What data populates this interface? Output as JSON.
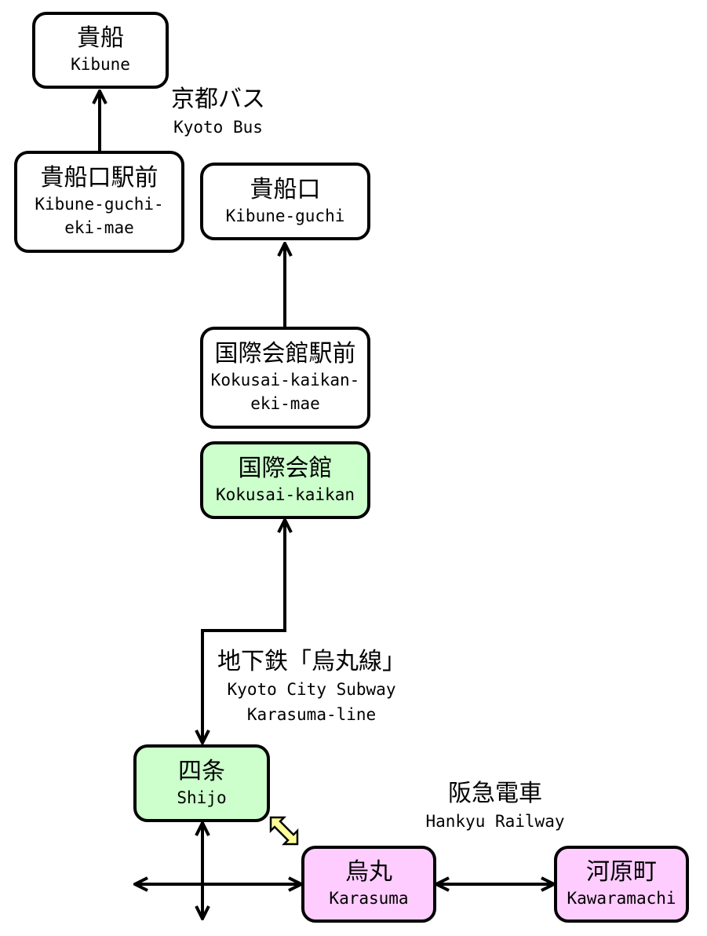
{
  "colors": {
    "line": "#000000",
    "station_bus": "#ffffff",
    "station_subway": "#ccffcc",
    "station_hankyu": "#ffccff",
    "transfer_arrow": "#ffff99"
  },
  "stations": {
    "kibune": {
      "ja": "貴船",
      "en": "Kibune"
    },
    "kibune_guchi_eki_mae": {
      "ja": "貴船口駅前",
      "en": "Kibune-guchi-\neki-mae"
    },
    "kibune_guchi": {
      "ja": "貴船口",
      "en": "Kibune-guchi"
    },
    "kokusai_kaikan_eki_mae": {
      "ja": "国際会館駅前",
      "en": "Kokusai-kaikan-\neki-mae"
    },
    "kokusai_kaikan": {
      "ja": "国際会館",
      "en": "Kokusai-kaikan"
    },
    "shijo": {
      "ja": "四条",
      "en": "Shijo"
    },
    "karasuma": {
      "ja": "烏丸",
      "en": "Karasuma"
    },
    "kawaramachi": {
      "ja": "河原町",
      "en": "Kawaramachi"
    }
  },
  "lines": {
    "kyoto_bus": {
      "ja": "京都バス",
      "en": "Kyoto Bus"
    },
    "subway": {
      "ja": "地下鉄「烏丸線」",
      "en": "Kyoto City Subway\nKarasuma-line"
    },
    "hankyu": {
      "ja": "阪急電車",
      "en": "Hankyu Railway"
    }
  }
}
